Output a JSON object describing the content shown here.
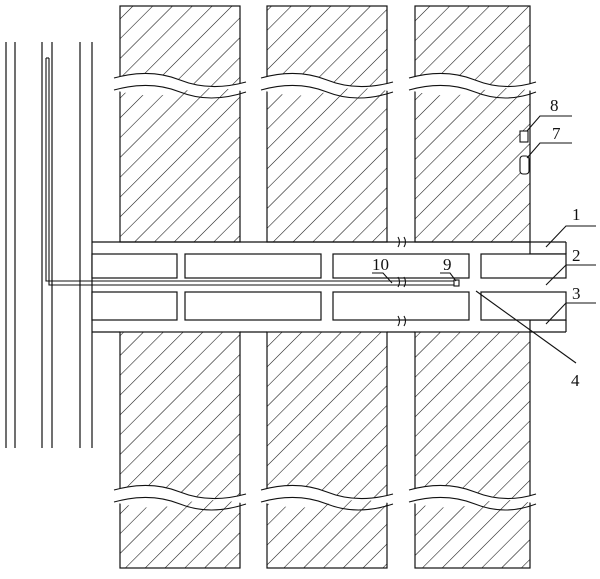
{
  "figure": {
    "callouts": [
      {
        "id": "c1",
        "label": "1"
      },
      {
        "id": "c2",
        "label": "2"
      },
      {
        "id": "c3",
        "label": "3"
      },
      {
        "id": "c4",
        "label": "4"
      },
      {
        "id": "c7",
        "label": "7"
      },
      {
        "id": "c8",
        "label": "8"
      },
      {
        "id": "c9",
        "label": "9"
      },
      {
        "id": "c10",
        "label": "10"
      }
    ],
    "colors": {
      "line": "#111111",
      "background": "#ffffff",
      "hatch": "#111111"
    }
  }
}
